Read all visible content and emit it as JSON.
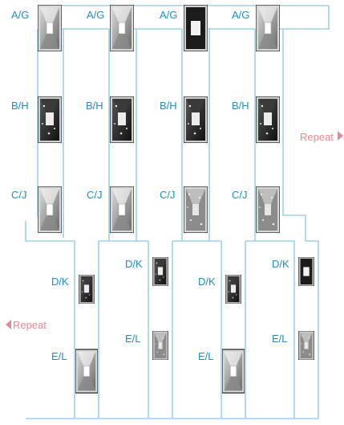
{
  "tiles": {
    "top_row": [
      "A/G",
      "A/G",
      "A/G",
      "A/G"
    ],
    "middle_row": [
      "B/H",
      "B/H",
      "B/H",
      "B/H"
    ],
    "lower_row": [
      "C/J",
      "C/J",
      "C/J",
      "C/J"
    ],
    "d_row": [
      "D/K",
      "D/K",
      "D/K",
      "D/K"
    ],
    "e_row": [
      "E/L",
      "E/L",
      "E/L",
      "E/L"
    ]
  },
  "repeat_right": "Repeat",
  "repeat_left": "Repeat",
  "colors": {
    "track": "#9fd0ea",
    "label": "#1d8fc4",
    "repeat": "#e58a93",
    "tile_border": "#3b3b3b"
  }
}
